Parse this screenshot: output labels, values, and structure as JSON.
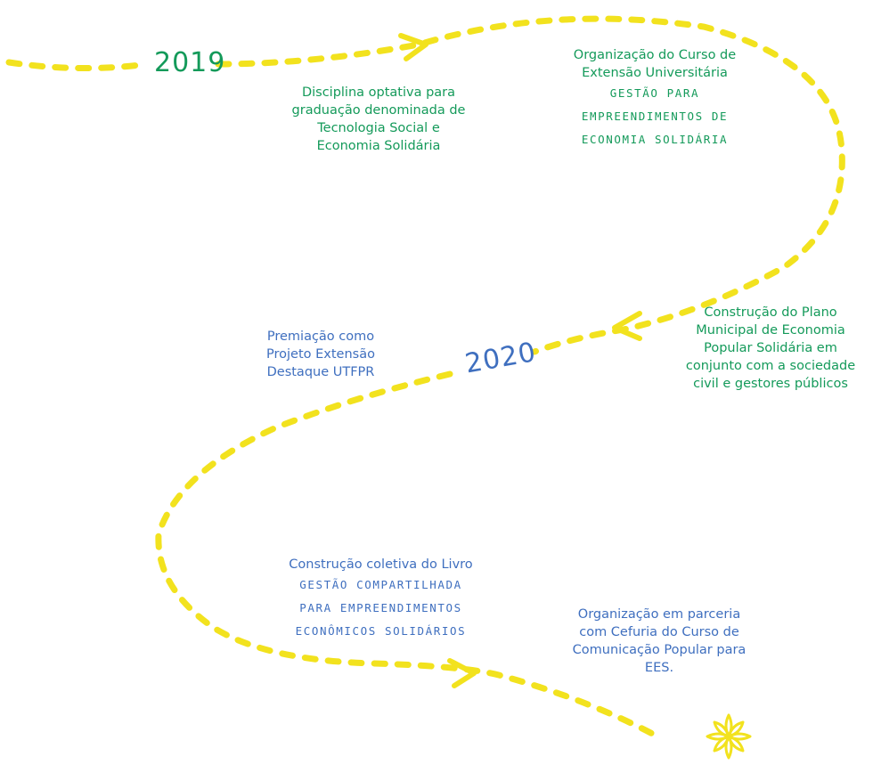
{
  "colors": {
    "path": "#f2e21e",
    "green": "#149a5a",
    "blue": "#3f6fbf"
  },
  "years": {
    "first": "2019",
    "second": "2020"
  },
  "items": [
    {
      "lines": [
        "Disciplina optativa para",
        "graduação denominada de",
        "Tecnologia Social e",
        "Economia Solidária"
      ],
      "caps": []
    },
    {
      "lines": [
        "Organização do Curso de",
        "Extensão Universitária"
      ],
      "caps": [
        "Gestão para",
        "Empreendimentos de",
        "Economia Solidária"
      ]
    },
    {
      "lines": [
        "Construção do Plano",
        "Municipal de Economia",
        "Popular Solidária em",
        "conjunto com a sociedade",
        "civil e gestores públicos"
      ],
      "caps": []
    },
    {
      "lines": [
        "Premiação como",
        "Projeto Extensão",
        "Destaque UTFPR"
      ],
      "caps": []
    },
    {
      "lines": [
        "Construção coletiva do Livro"
      ],
      "caps": [
        "Gestão Compartilhada",
        "para Empreendimentos",
        "Econômicos Solidários"
      ]
    },
    {
      "lines": [
        "Organização em parceria",
        "com Cefuria do Curso de",
        "Comunicação Popular para",
        "EES."
      ],
      "caps": []
    }
  ]
}
